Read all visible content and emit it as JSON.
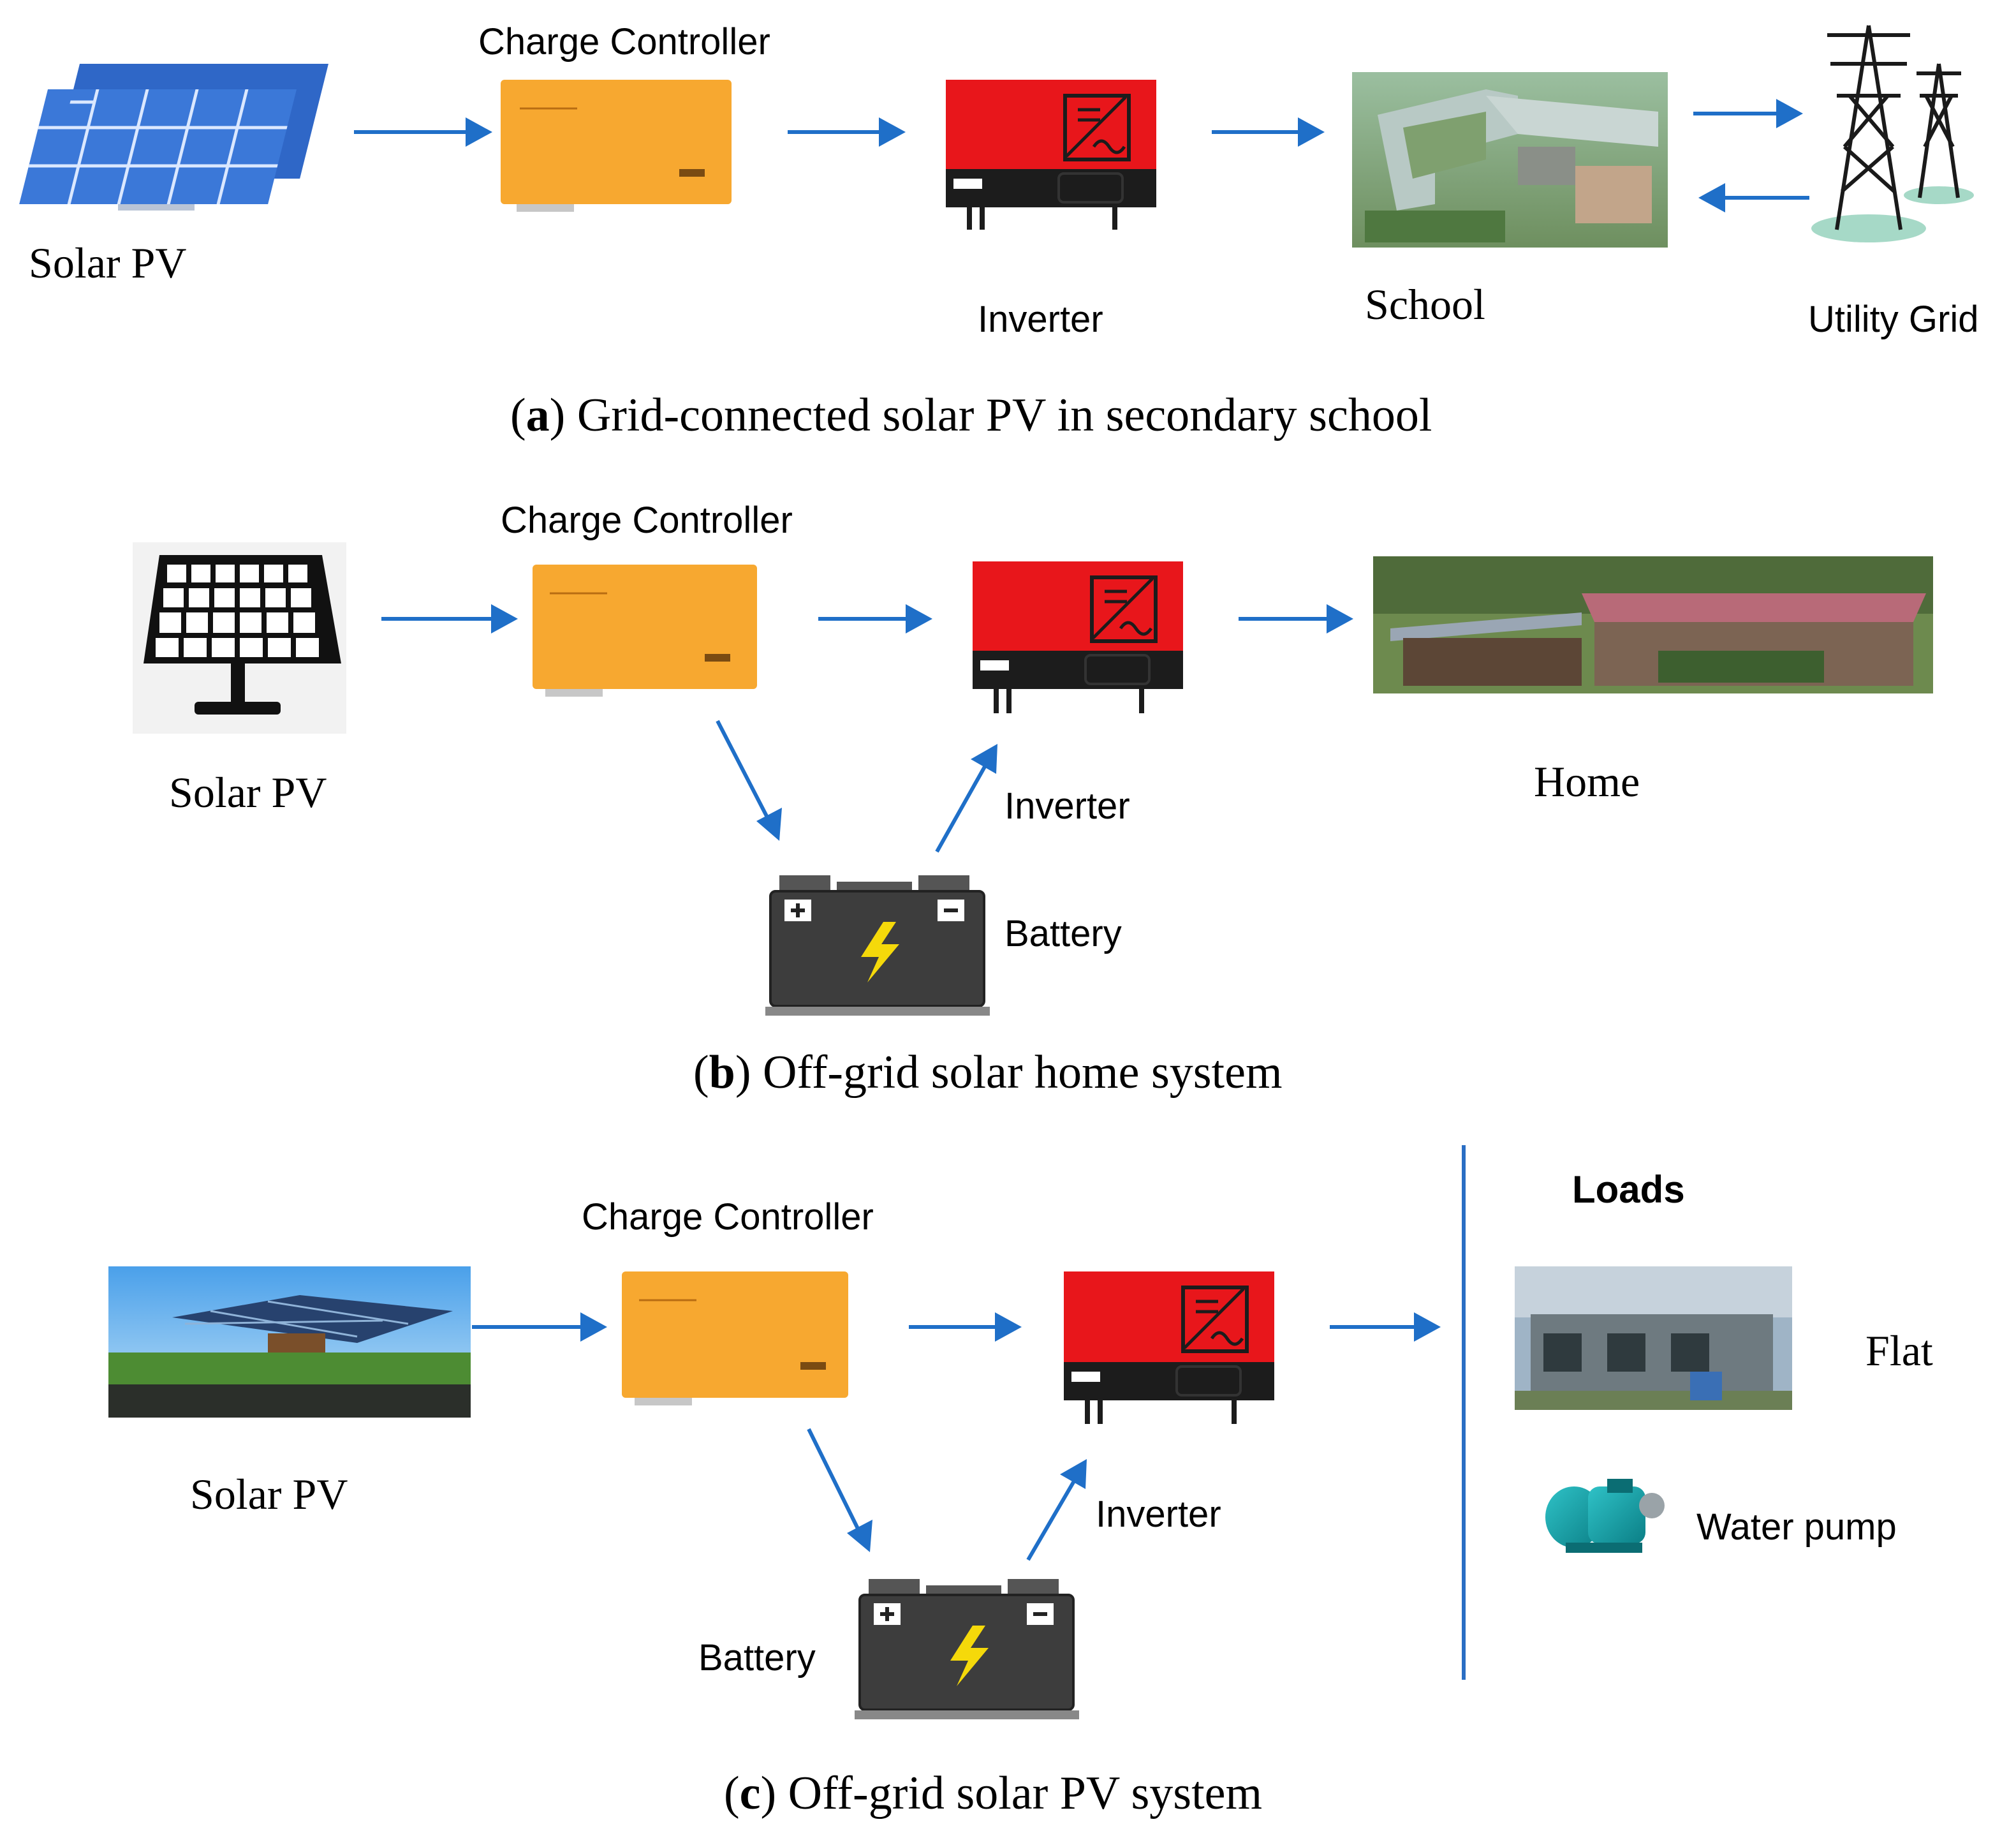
{
  "colors": {
    "arrow": "#1f6fc8",
    "controller": "#f7a830",
    "inverter_top": "#e8161b",
    "inverter_bottom": "#1c1c1c",
    "battery": "#3d3d3d",
    "bolt": "#f5d90a",
    "panel_blue": "#3b78d8",
    "divider": "#2a6ec4"
  },
  "panel_a": {
    "caption_letter": "a",
    "caption_text": " Grid-connected solar PV in secondary school",
    "labels": {
      "solar_pv": "Solar PV",
      "charge_controller": "Charge Controller",
      "inverter": "Inverter",
      "school": "School",
      "utility_grid": "Utility Grid"
    },
    "icons": [
      "solar-panel-array-icon",
      "charge-controller-icon",
      "inverter-icon",
      "school-photo",
      "transmission-tower-icon"
    ]
  },
  "panel_b": {
    "caption_letter": "b",
    "caption_text": " Off-grid solar home system",
    "labels": {
      "charge_controller": "Charge Controller",
      "solar_pv": "Solar PV",
      "inverter": "Inverter",
      "home": "Home",
      "battery": "Battery"
    },
    "icons": [
      "solar-panel-icon",
      "charge-controller-icon",
      "inverter-icon",
      "home-photo",
      "battery-icon"
    ]
  },
  "panel_c": {
    "caption_letter": "c",
    "caption_text": " Off-grid solar PV system",
    "labels": {
      "charge_controller": "Charge Controller",
      "loads": "Loads",
      "flat": "Flat",
      "solar_pv": "Solar PV",
      "inverter": "Inverter",
      "water_pump": "Water pump",
      "battery": "Battery"
    },
    "icons": [
      "solar-farm-photo",
      "charge-controller-icon",
      "inverter-icon",
      "flat-photo",
      "water-pump-icon",
      "battery-icon"
    ]
  }
}
